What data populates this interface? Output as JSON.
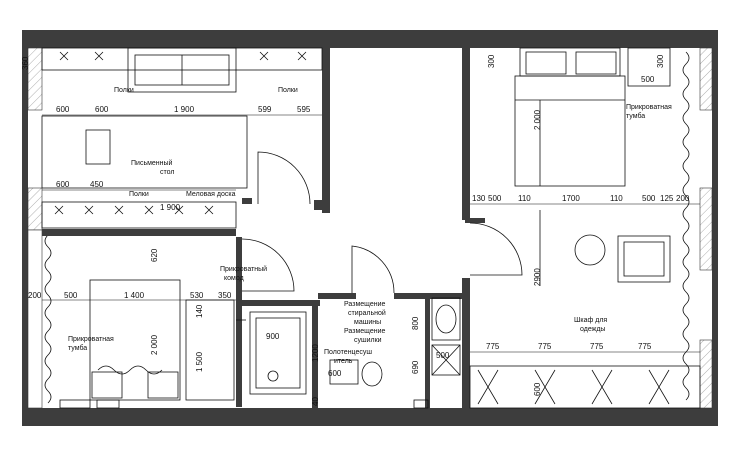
{
  "labels": {
    "shelves_left": "Полки",
    "shelves_right": "Полки",
    "desk": "Письменный\nстол",
    "shelf_mid": "Полки",
    "chalkboard": "Меловая доска",
    "bedside_table_top": "Прикроватная\nтумба",
    "bedside_dresser": "Прикроватный\nкомод",
    "bedside_table_left": "Прикроватная\nтумба",
    "washing_machine": "Размещение\nстиральной\nмашины\nРазмещение\nсушилки",
    "towel_dryer": "Полотенцесуш\nитель",
    "wardrobe": "Шкаф для\nодежды"
  },
  "dimensions": {
    "left_top_row": [
      "600",
      "600",
      "1 900",
      "599",
      "595"
    ],
    "left_mid_row": [
      "600",
      "450",
      "1 900"
    ],
    "right_top_row": [
      "130",
      "500",
      "110",
      "1700",
      "110",
      "500",
      "125",
      "200"
    ],
    "bottom_left_row": [
      "200",
      "500",
      "1 400",
      "530",
      "350"
    ],
    "wardrobe_row": [
      "775",
      "775",
      "775",
      "775"
    ],
    "right_vertical": [
      "300",
      "2 000",
      "2900",
      "300",
      "600"
    ],
    "bath": [
      "900",
      "1200",
      "600",
      "40"
    ],
    "laundry": [
      "800",
      "690",
      "500"
    ],
    "left_vertical": [
      "360",
      "620",
      "140",
      "2 000",
      "1 500"
    ],
    "bedside_500": "500"
  }
}
